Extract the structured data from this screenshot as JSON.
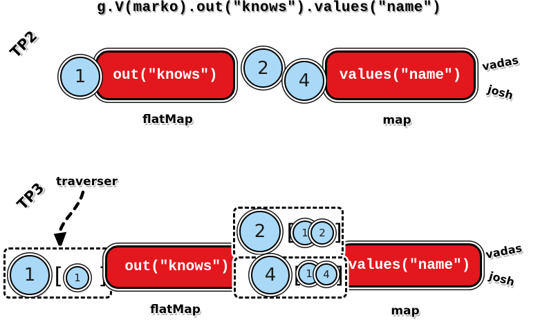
{
  "title": "g.V(marko).out(\"knows\").values(\"name\")",
  "colors": {
    "step_red": "#e2181e",
    "traverser_blue": "#a9d9f7"
  },
  "tp2": {
    "label": "TP2",
    "traversers": {
      "c1": "1",
      "c2": "2",
      "c4": "4"
    },
    "steps": {
      "out": "out(\"knows\")",
      "values": "values(\"name\")"
    },
    "functions": {
      "flatmap": "flatMap",
      "map": "map"
    },
    "results": {
      "r1": "vadas",
      "r2": "josh"
    }
  },
  "tp3": {
    "label": "TP3",
    "annotation": "traverser",
    "bulk_open": "[",
    "bulk_close": "]",
    "t1": {
      "head": "1",
      "b1": "1"
    },
    "t2": {
      "head": "2",
      "b1": "1",
      "b2": "2"
    },
    "t4": {
      "head": "4",
      "b1": "1",
      "b2": "4"
    },
    "steps": {
      "out": "out(\"knows\")",
      "values": "values(\"name\")"
    },
    "functions": {
      "flatmap": "flatMap",
      "map": "map"
    },
    "results": {
      "r1": "vadas",
      "r2": "josh"
    }
  }
}
